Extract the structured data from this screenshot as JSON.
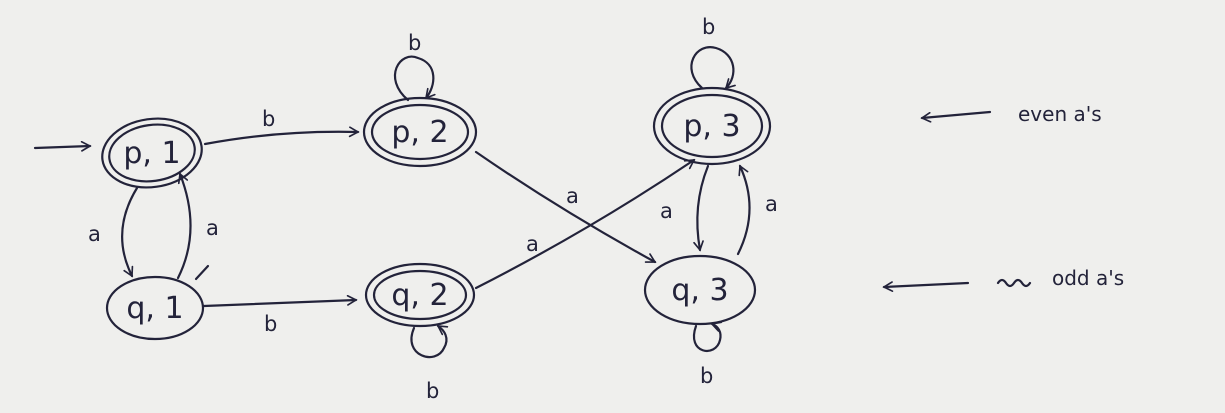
{
  "states": {
    "p1": {
      "label": "p, 1",
      "accepting": true
    },
    "p2": {
      "label": "p, 2",
      "accepting": true
    },
    "p3": {
      "label": "p, 3",
      "accepting": true
    },
    "q1": {
      "label": "q, 1",
      "accepting": false
    },
    "q2": {
      "label": "q, 2",
      "accepting": true
    },
    "q3": {
      "label": "q, 3",
      "accepting": false
    }
  },
  "start_state": "p1",
  "transitions": [
    {
      "id": "p1-p2",
      "from": "p, 1",
      "to": "p, 2",
      "label": "b"
    },
    {
      "id": "p1-q1",
      "from": "p, 1",
      "to": "q, 1",
      "label": "a"
    },
    {
      "id": "q1-p1",
      "from": "q, 1",
      "to": "p, 1",
      "label": "a"
    },
    {
      "id": "q1-q2",
      "from": "q, 1",
      "to": "q, 2",
      "label": "b"
    },
    {
      "id": "p2-loop",
      "from": "p, 2",
      "to": "p, 2",
      "label": "b"
    },
    {
      "id": "p2-q3",
      "from": "p, 2",
      "to": "q, 3",
      "label": "a"
    },
    {
      "id": "q2-loop",
      "from": "q, 2",
      "to": "q, 2",
      "label": "b"
    },
    {
      "id": "q2-p3",
      "from": "q, 2",
      "to": "p, 3",
      "label": "a"
    },
    {
      "id": "p3-loop",
      "from": "p, 3",
      "to": "p, 3",
      "label": "b"
    },
    {
      "id": "p3-q3",
      "from": "p, 3",
      "to": "q, 3",
      "label": "a"
    },
    {
      "id": "q3-p3",
      "from": "q, 3",
      "to": "p, 3",
      "label": "a"
    },
    {
      "id": "q3-loop",
      "from": "q, 3",
      "to": "q, 3",
      "label": "b"
    }
  ],
  "annotations": {
    "even": "even a's",
    "odd": "odd a's"
  },
  "colors": {
    "ink": "#23233a",
    "paper": "#efefed"
  }
}
